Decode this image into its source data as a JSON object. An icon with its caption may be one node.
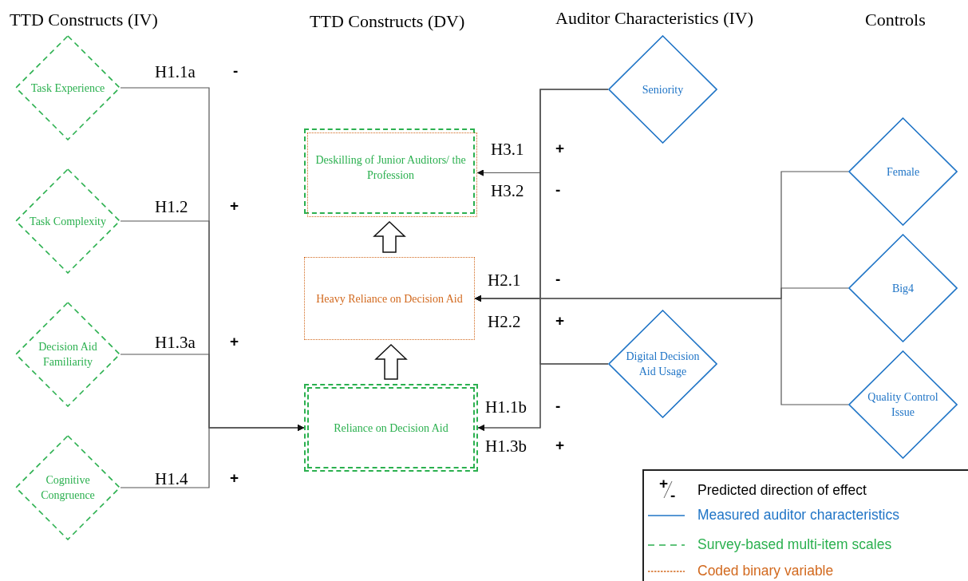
{
  "diagram": {
    "nodes": [
      {
        "text": [
          "Task Experience"
        ]
      },
      {
        "text": [
          "Task Complexity"
        ]
      },
      {
        "text": [
          "Decision Aid Familiarity"
        ]
      },
      {
        "text": [
          "Cognitive Congruence"
        ]
      },
      {
        "text": [
          "Deskilling of Junior Auditors/ the Profession"
        ]
      },
      {
        "text": [
          "Heavy Reliance on Decision Aid"
        ]
      },
      {
        "text": [
          "Reliance on Decision Aid"
        ]
      },
      {
        "text": [
          "Seniority"
        ]
      },
      {
        "text": [
          "Digital Decision Aid Usage"
        ]
      },
      {
        "text": [
          "Female"
        ]
      },
      {
        "text": [
          "Big4"
        ]
      },
      {
        "text": [
          "Quality Control Issue"
        ]
      }
    ],
    "edges": [
      {
        "from": 0,
        "to": 6,
        "arrow": "to"
      },
      {
        "from": 1,
        "to": 6,
        "arrow": "to"
      },
      {
        "from": 2,
        "to": 6,
        "arrow": "to"
      },
      {
        "from": 3,
        "to": 6,
        "arrow": "to"
      },
      {
        "from": 6,
        "to": 5,
        "arrow": "to",
        "style": "thick"
      },
      {
        "from": 5,
        "to": 4,
        "arrow": "to",
        "style": "thick"
      },
      {
        "from": 7,
        "to": 4,
        "arrow": "to"
      },
      {
        "from": 7,
        "to": 5,
        "arrow": "to"
      },
      {
        "from": 7,
        "to": 6,
        "arrow": "to"
      },
      {
        "from": 8,
        "to": 4,
        "arrow": "to"
      },
      {
        "from": 8,
        "to": 5,
        "arrow": "to"
      },
      {
        "from": 8,
        "to": 6,
        "arrow": "to"
      },
      {
        "from": 9,
        "to": 5,
        "arrow": "to"
      },
      {
        "from": 10,
        "to": 5,
        "arrow": "to"
      },
      {
        "from": 11,
        "to": 5,
        "arrow": "to"
      }
    ],
    "labels": [
      "TTD Constructs (IV)",
      "TTD Constructs (DV)",
      "Auditor Characteristics (IV)",
      "Controls",
      "H1.1a",
      "-",
      "H3.1",
      "+",
      "H3.2",
      "-",
      "H1.2",
      "+",
      "H2.1",
      "-",
      "H2.2",
      "+",
      "H1.3a",
      "+",
      "H1.1b",
      "-",
      "H1.3b",
      "+",
      "H1.4",
      "+",
      "+",
      "-"
    ],
    "legend": [
      {
        "text": "Predicted direction of effect"
      },
      {
        "text": "Measured auditor characteristics"
      },
      {
        "text": "Survey-based multi-item scales"
      },
      {
        "text": "Coded binary variable"
      }
    ]
  }
}
